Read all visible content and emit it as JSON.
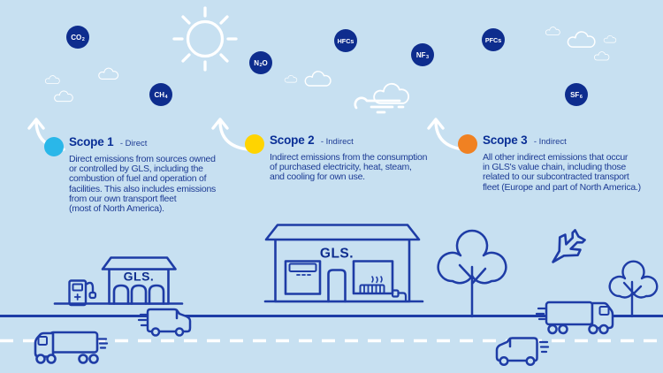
{
  "theme": {
    "background": "#c7e0f1",
    "gas_circle_fill": "#0e2d8e",
    "line_art_blue": "#1e3ca6",
    "text_navy": "#1d3b94",
    "title_blue": "#0a2f96",
    "white": "#ffffff"
  },
  "sky": {
    "gases": [
      {
        "pre": "CO",
        "sub": "2",
        "post": ""
      },
      {
        "pre": "CH",
        "sub": "4",
        "post": ""
      },
      {
        "pre": "N",
        "sub": "2",
        "post": "O"
      },
      {
        "pre": "HFCs",
        "sub": "",
        "post": ""
      },
      {
        "pre": "NF",
        "sub": "3",
        "post": ""
      },
      {
        "pre": "PFCs",
        "sub": "",
        "post": ""
      },
      {
        "pre": "SF",
        "sub": "6",
        "post": ""
      }
    ]
  },
  "scopes": [
    {
      "title": "Scope 1",
      "qualifier": "- Direct",
      "dot_color": "#2ab7e9",
      "body": "Direct emissions from sources owned\nor controlled by GLS, including the\ncombustion of fuel and operation of\nfacilities. This also includes emissions\nfrom our own transport fleet\n(most of North America)."
    },
    {
      "title": "Scope 2",
      "qualifier": "- Indirect",
      "dot_color": "#ffd400",
      "body": "Indirect emissions from the consumption\nof purchased electricity, heat, steam,\nand cooling for own use."
    },
    {
      "title": "Scope 3",
      "qualifier": "- Indirect",
      "dot_color": "#f08122",
      "body": "All other indirect emissions that occur\nin GLS's value chain, including those\nrelated to our subcontracted transport\nfleet (Europe and part of North America.)"
    }
  ],
  "ground": {
    "gas_station_sign": "GLS.",
    "warehouse_sign": "GLS."
  }
}
